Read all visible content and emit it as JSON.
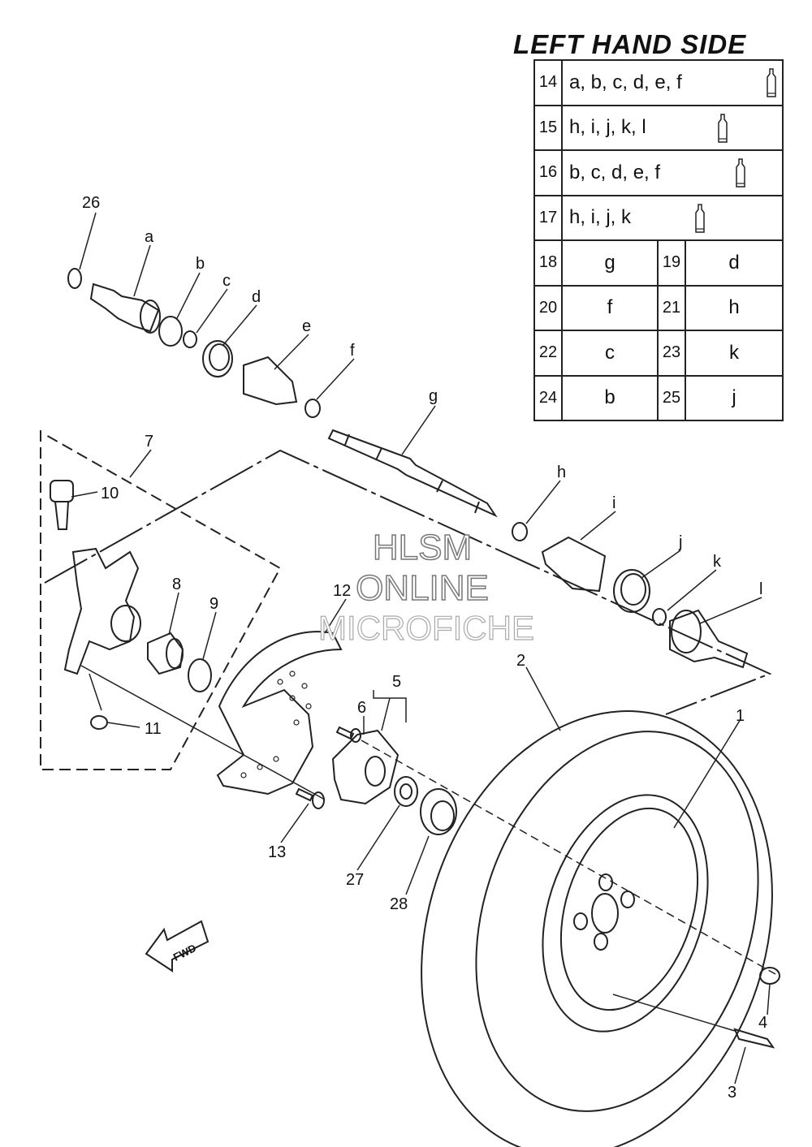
{
  "title": "LEFT HAND SIDE",
  "kits": [
    {
      "num": "14",
      "letters": "a, b, c, d, e, f"
    },
    {
      "num": "15",
      "letters": "h, i, j, k, l"
    },
    {
      "num": "16",
      "letters": "b, c, d, e, f"
    },
    {
      "num": "17",
      "letters": "h, i, j, k"
    }
  ],
  "pairs": [
    {
      "n1": "18",
      "l1": "g",
      "n2": "19",
      "l2": "d"
    },
    {
      "n1": "20",
      "l1": "f",
      "n2": "21",
      "l2": "h"
    },
    {
      "n1": "22",
      "l1": "c",
      "n2": "23",
      "l2": "k"
    },
    {
      "n1": "24",
      "l1": "b",
      "n2": "25",
      "l2": "j"
    }
  ],
  "watermark": [
    "HLSM",
    "ONLINE",
    "MICROFICHE"
  ],
  "fwd_label": "FWD",
  "part_labels": {
    "p1": "1",
    "p2": "2",
    "p3": "3",
    "p4": "4",
    "p5": "5",
    "p6": "6",
    "p7": "7",
    "p8": "8",
    "p9": "9",
    "p10": "10",
    "p11": "11",
    "p12": "12",
    "p13": "13",
    "p26": "26",
    "p27": "27",
    "p28": "28",
    "a": "a",
    "b": "b",
    "c": "c",
    "d": "d",
    "e": "e",
    "f": "f",
    "g": "g",
    "h": "h",
    "i": "i",
    "j": "j",
    "k": "k",
    "l": "l"
  }
}
